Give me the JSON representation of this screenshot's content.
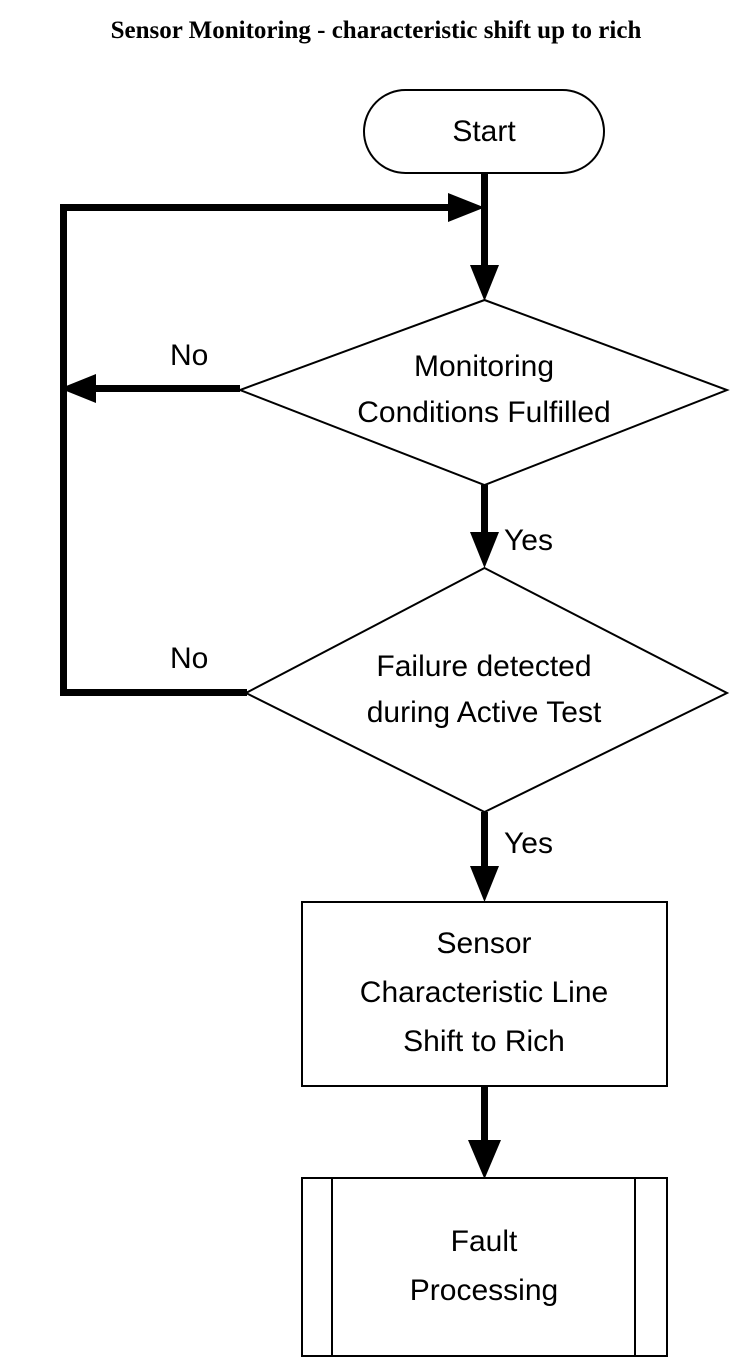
{
  "diagram": {
    "title": "Sensor Monitoring - characteristic shift up to rich",
    "type": "flowchart",
    "orientation": "top-to-bottom",
    "background_color": "#ffffff",
    "line_color": "#000000",
    "nodes": [
      {
        "id": "start",
        "shape": "stadium",
        "label": "Start",
        "lines": [
          "Start"
        ]
      },
      {
        "id": "monitoring-conditions",
        "shape": "diamond",
        "label": "Monitoring Conditions Fulfilled",
        "lines": [
          "Monitoring",
          "Conditions Fulfilled"
        ]
      },
      {
        "id": "failure-detected",
        "shape": "diamond",
        "label": "Failure detected during Active Test",
        "lines": [
          "Failure detected",
          "during Active Test"
        ]
      },
      {
        "id": "sensor-shift",
        "shape": "process",
        "label": "Sensor Characteristic Line Shift to Rich",
        "lines": [
          "Sensor",
          "Characteristic Line",
          "Shift to Rich"
        ]
      },
      {
        "id": "fault-processing",
        "shape": "predefined-process",
        "label": "Fault Processing",
        "lines": [
          "Fault",
          "Processing"
        ]
      }
    ],
    "edges": [
      {
        "id": "start-to-monitoring",
        "from": "start",
        "to": "monitoring-conditions",
        "label": ""
      },
      {
        "id": "monitoring-no",
        "from": "monitoring-conditions",
        "to": "start-to-monitoring",
        "label": "No"
      },
      {
        "id": "monitoring-yes",
        "from": "monitoring-conditions",
        "to": "failure-detected",
        "label": "Yes"
      },
      {
        "id": "failure-no",
        "from": "failure-detected",
        "to": "start-to-monitoring",
        "label": "No"
      },
      {
        "id": "failure-yes",
        "from": "failure-detected",
        "to": "sensor-shift",
        "label": "Yes"
      },
      {
        "id": "sensor-to-fault",
        "from": "sensor-shift",
        "to": "fault-processing",
        "label": ""
      }
    ]
  }
}
